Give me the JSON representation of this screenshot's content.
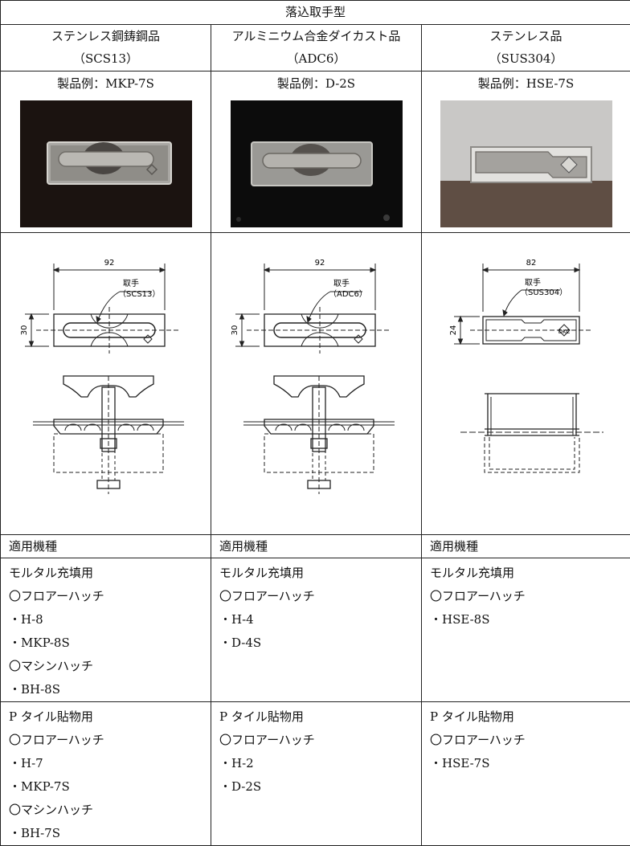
{
  "title": "落込取手型",
  "columns": [
    {
      "material": "ステンレス鋼鋳鋼品",
      "material_code": "（SCS13）",
      "example": "製品例：MKP-7S",
      "drawing": {
        "width_dim": "92",
        "height_dim": "30",
        "handle_label": "取手",
        "handle_material": "（SCS13）"
      },
      "applicable_header": "適用機種",
      "mortar": [
        "モルタル充填用",
        "〇フロアーハッチ",
        "・H-8",
        "・MKP-8S",
        "〇マシンハッチ",
        "・BH-8S"
      ],
      "ptile": [
        "P タイル貼物用",
        "〇フロアーハッチ",
        "・H-7",
        "・MKP-7S",
        "〇マシンハッチ",
        "・BH-7S"
      ]
    },
    {
      "material": "アルミニウム合金ダイカスト品",
      "material_code": "（ADC6）",
      "example": "製品例：D-2S",
      "drawing": {
        "width_dim": "92",
        "height_dim": "30",
        "handle_label": "取手",
        "handle_material": "（ADC6）"
      },
      "applicable_header": "適用機種",
      "mortar": [
        "モルタル充填用",
        "〇フロアーハッチ",
        "・H-4",
        "・D-4S"
      ],
      "ptile": [
        "P タイル貼物用",
        "〇フロアーハッチ",
        "・H-2",
        "・D-2S"
      ]
    },
    {
      "material": "ステンレス品",
      "material_code": "（SUS304）",
      "example": "製品例：HSE-7S",
      "drawing": {
        "width_dim": "82",
        "height_dim": "24",
        "handle_label": "取手",
        "handle_material": "（SUS304）",
        "logo": "DKC"
      },
      "applicable_header": "適用機種",
      "mortar": [
        "モルタル充填用",
        "〇フロアーハッチ",
        "・HSE-8S"
      ],
      "ptile": [
        "P タイル貼物用",
        "〇フロアーハッチ",
        "・HSE-7S"
      ]
    }
  ]
}
